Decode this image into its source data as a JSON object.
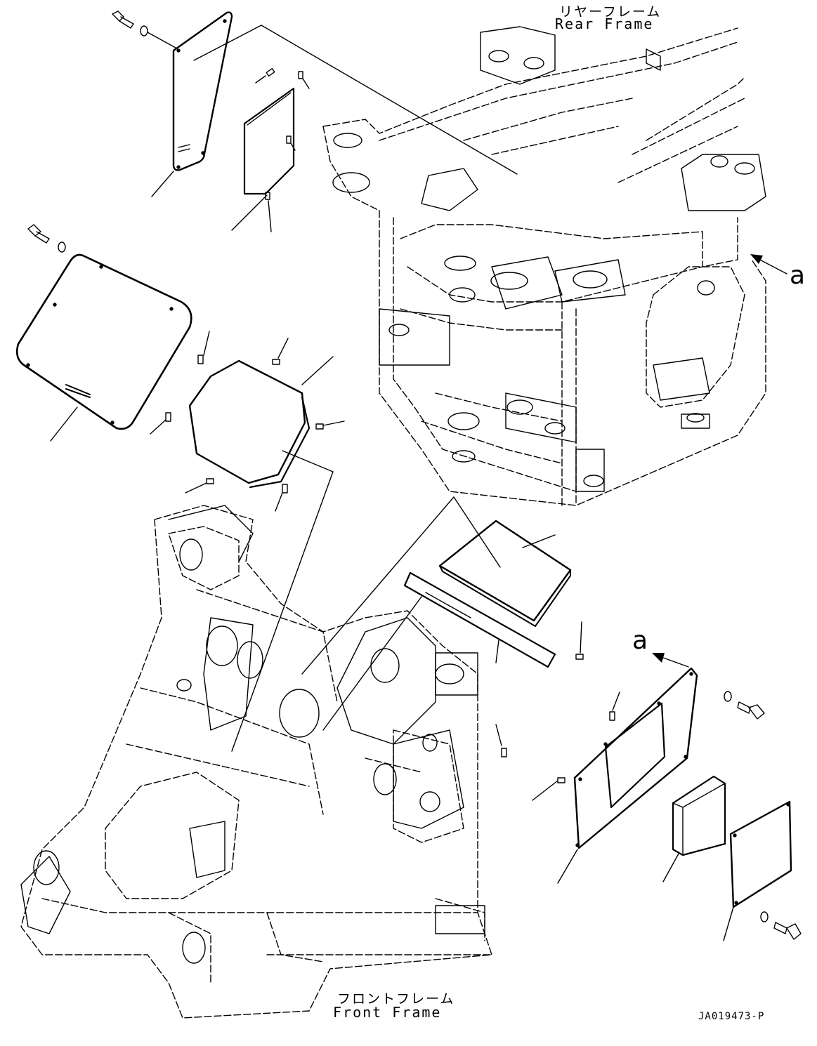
{
  "labels": {
    "rear_frame_jp": "リヤーフレーム",
    "rear_frame_en": "Rear Frame",
    "front_frame_jp": "フロントフレーム",
    "front_frame_en": "Front Frame",
    "view_a_top": "a",
    "view_a_bottom": "a",
    "drawing_code": "JA019473-P"
  }
}
